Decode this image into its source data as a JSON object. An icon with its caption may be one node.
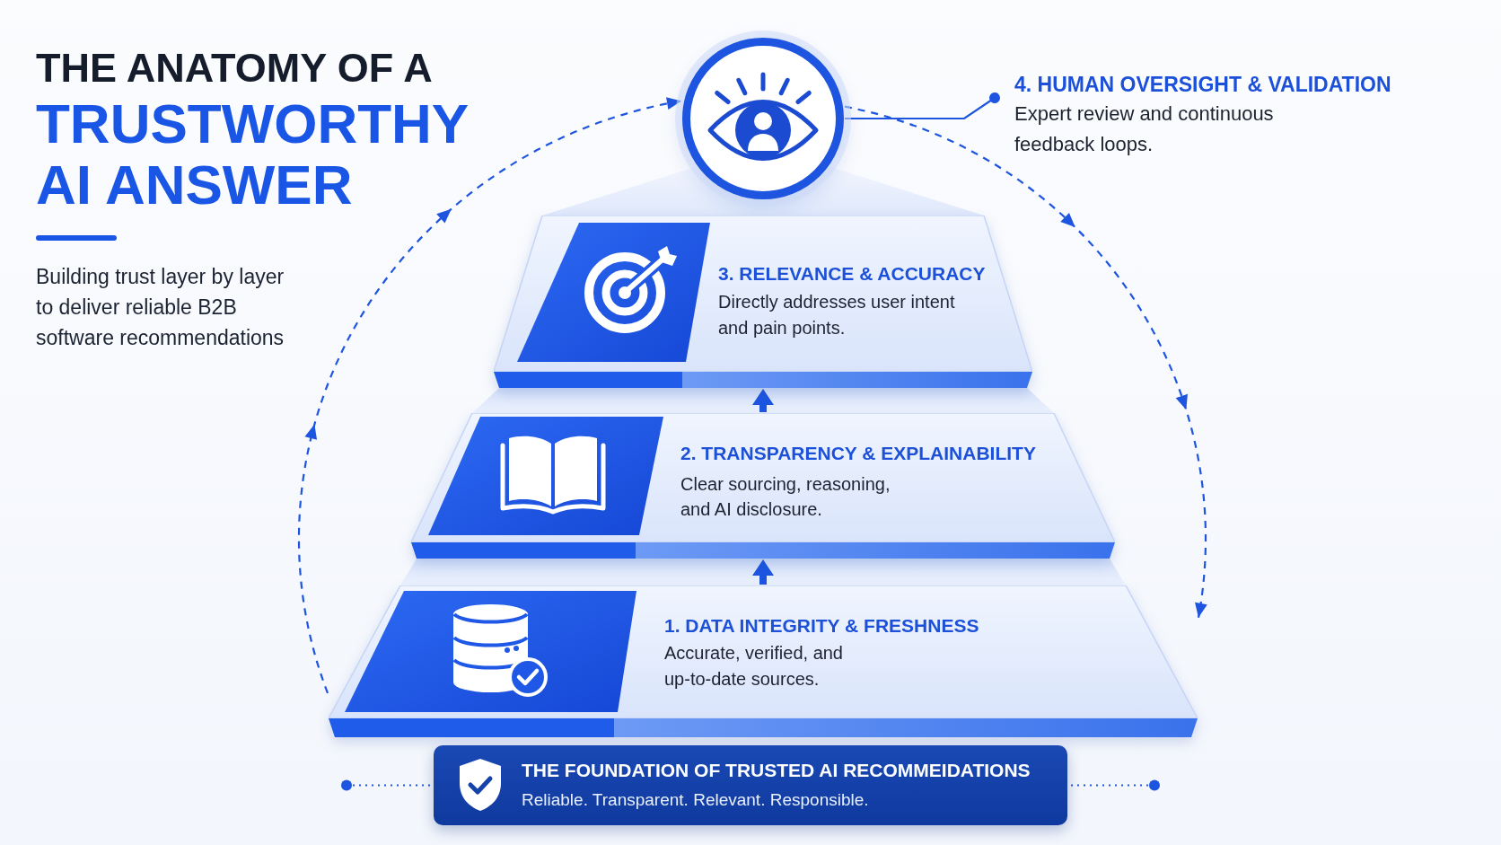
{
  "diagram": {
    "title": "THE ANATOMY OF A **TRUSTWORTHY AI ANSWER**",
    "nodes": [
      {
        "text": [],
        "shape": "circle"
      },
      {
        "text": [
          "4. HUMAN OVERSIGHT & VALIDATION",
          "Expert review and continuous feedback loops."
        ]
      },
      {
        "text": [
          "3. RELEVANCE & ACCURACY",
          "Directly addresses user intent and pain points."
        ]
      },
      {
        "text": [
          "2. TRANSPARENCY & EXPLAINABILITY",
          "Clear sourcing, reasoning, and AI disclosure."
        ]
      },
      {
        "text": [
          "1. DATA INTEGRITY & FRESHNESS",
          "Accurate, verified, and up-to-date sources."
        ]
      },
      {
        "text": [
          "THE FOUNDATION OF TRUSTED AI RECOMMEIDATIONS",
          "Reliable. Transparent. Relevant. Responsible."
        ]
      }
    ],
    "edges": [
      {
        "from": 1,
        "to": 0,
        "arrow": "other"
      },
      {
        "from": 4,
        "to": 3,
        "arrow": "to",
        "style": "thick"
      },
      {
        "from": 3,
        "to": 2,
        "arrow": "to",
        "style": "thick"
      },
      {
        "from": 4,
        "to": 0,
        "arrow": "to",
        "style": "dashed"
      },
      {
        "from": 0,
        "to": 4,
        "arrow": "to",
        "style": "dashed"
      },
      {
        "from": null,
        "to": 5,
        "arrow": "other",
        "style": "dashed"
      },
      {
        "from": null,
        "to": 5,
        "arrow": "other",
        "style": "dashed"
      }
    ],
    "labels": [
      "Building trust layer by layer to deliver reliable B2B software recommendations"
    ]
  }
}
